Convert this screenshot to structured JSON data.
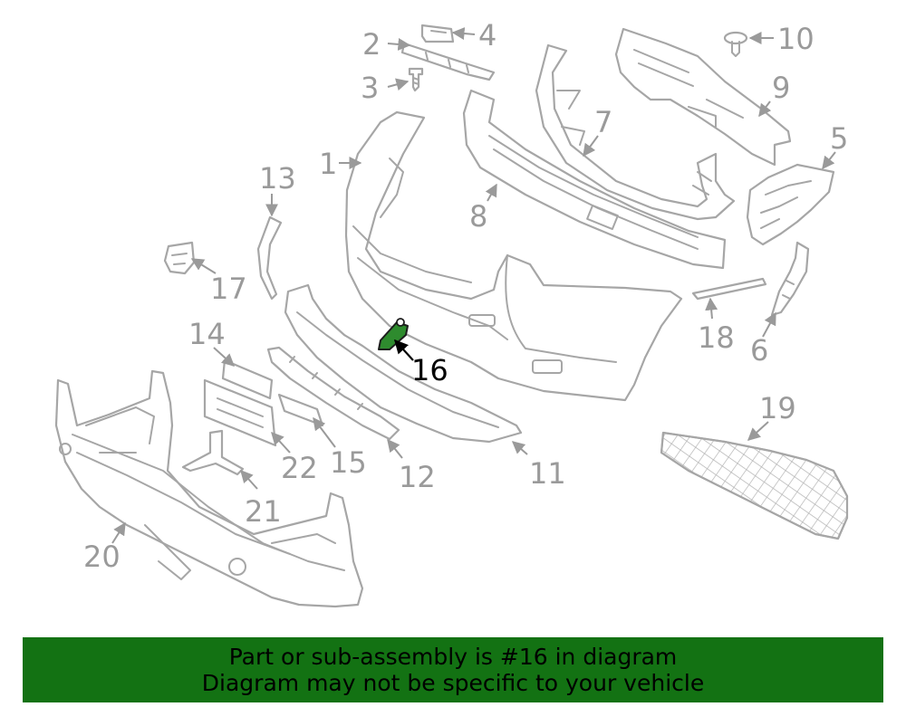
{
  "diagram": {
    "highlight_color": "#2e8b2e",
    "callouts": [
      "1",
      "2",
      "3",
      "4",
      "5",
      "6",
      "7",
      "8",
      "9",
      "10",
      "11",
      "12",
      "13",
      "14",
      "15",
      "16",
      "17",
      "18",
      "19",
      "20",
      "21",
      "22"
    ],
    "highlighted_callout": "16"
  },
  "banner": {
    "background": "#137213",
    "line1": "Part or sub-assembly is #16 in diagram",
    "line2": "Diagram may not be specific to your vehicle"
  }
}
